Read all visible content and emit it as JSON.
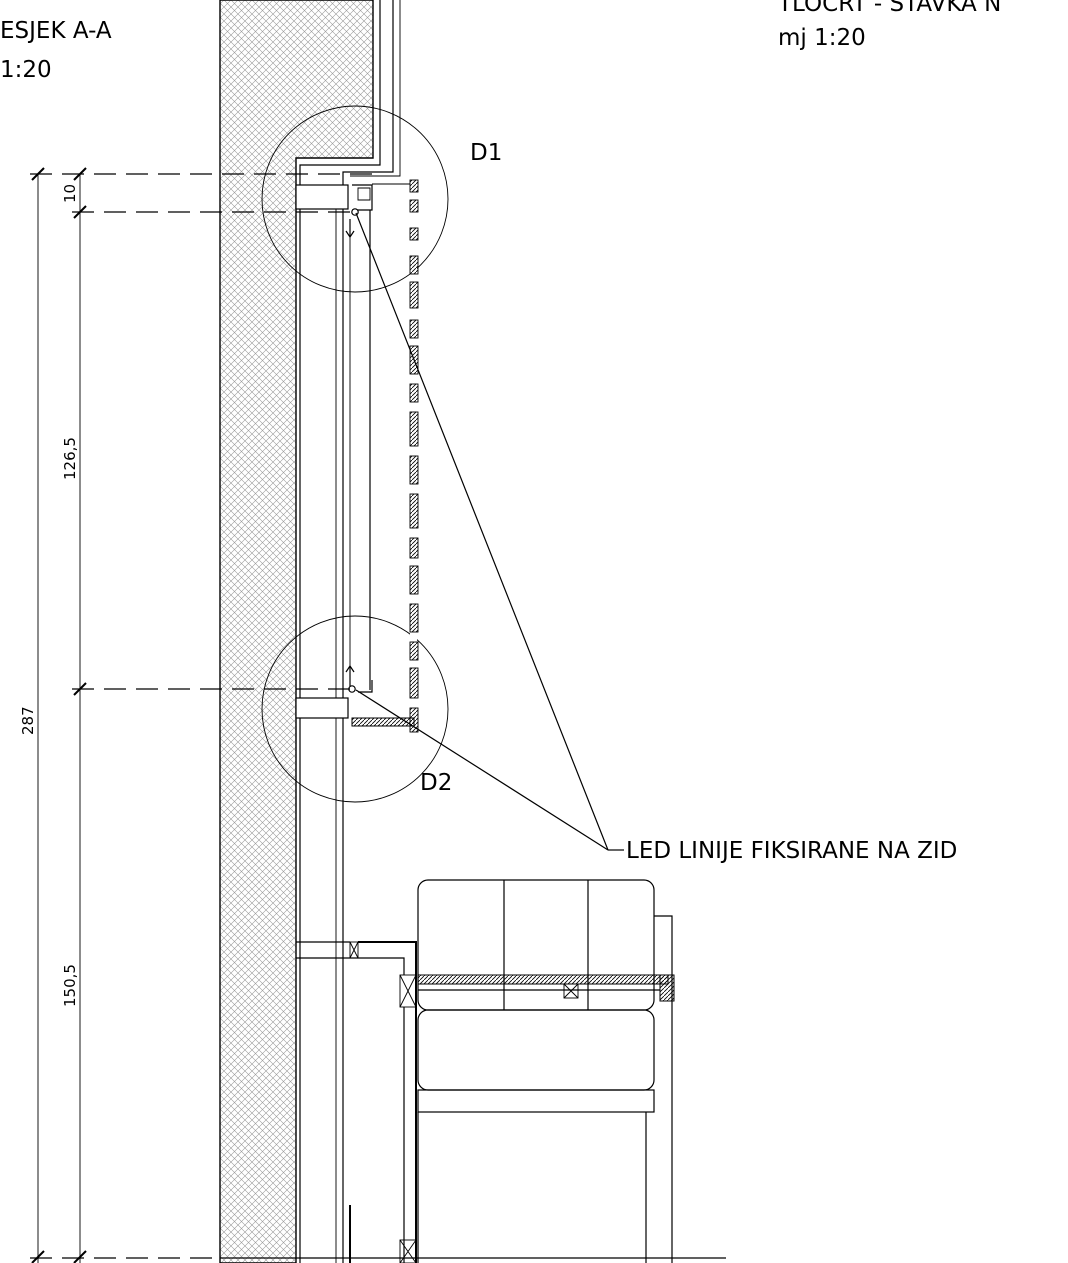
{
  "title_left": {
    "line1": "ESJEK A-A",
    "line2": "1:20"
  },
  "title_right": {
    "line1": "TLOCRT - STAVKA N",
    "line2": "mj 1:20"
  },
  "details": {
    "d1": "D1",
    "d2": "D2"
  },
  "callout": "LED LINIJE FIKSIRANE NA ZID",
  "dimensions": {
    "total": "287",
    "top": "10",
    "middle": "126,5",
    "bottom": "150,5"
  }
}
